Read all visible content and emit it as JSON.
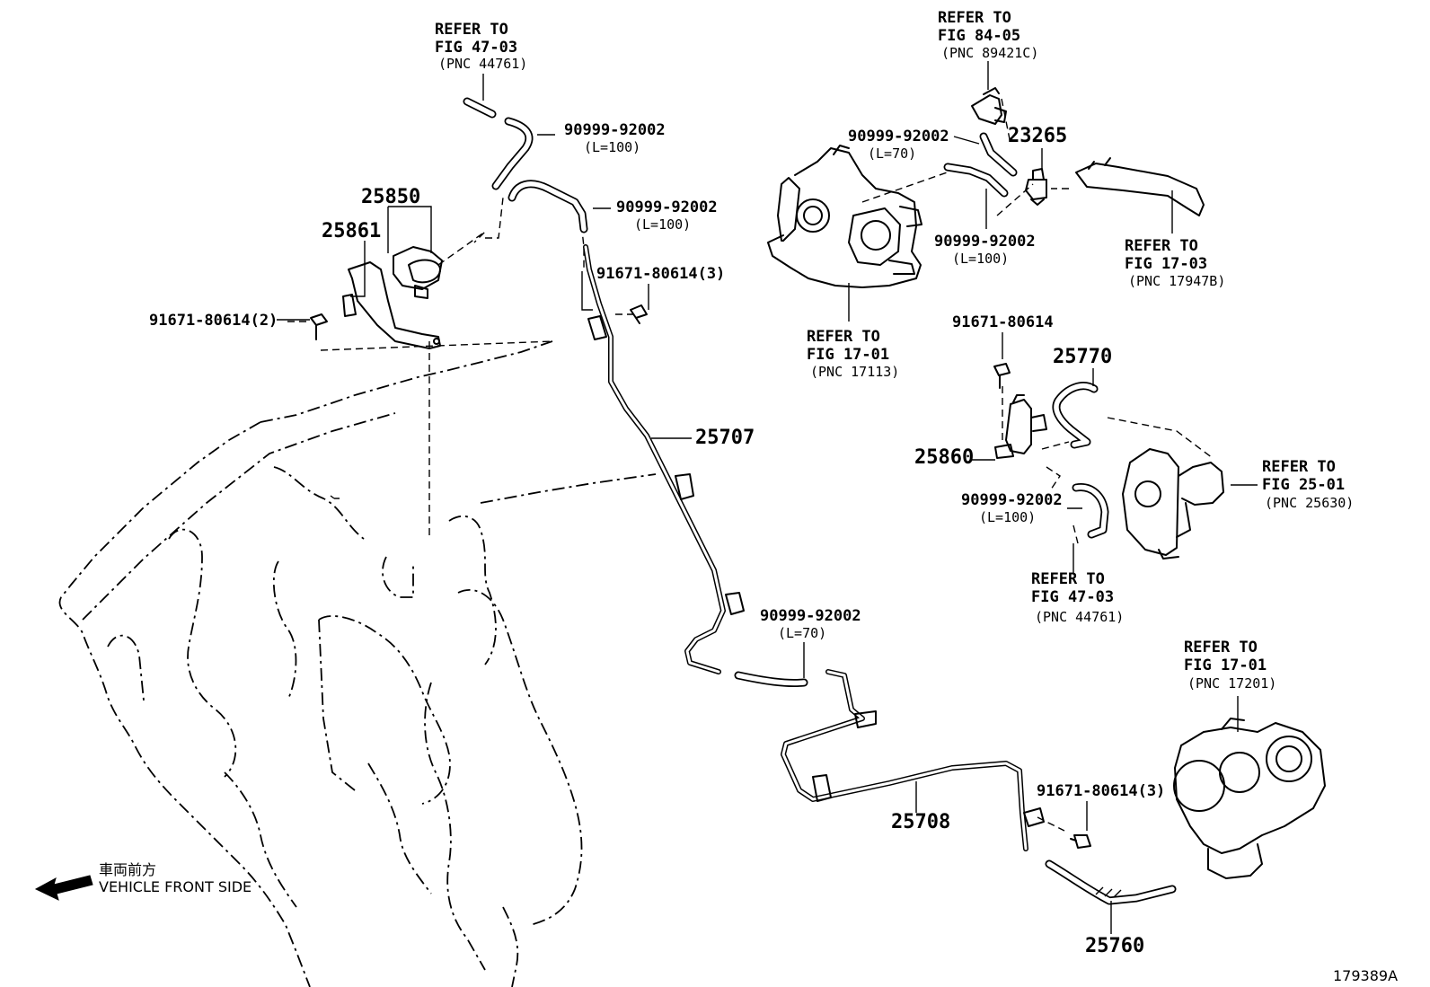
{
  "refs": {
    "fig4703_top": [
      "REFER TO",
      "FIG 47-03",
      "(PNC 44761)"
    ],
    "fig8405": [
      "REFER TO",
      "FIG 84-05",
      "(PNC 89421C)"
    ],
    "fig1703": [
      "REFER TO",
      "FIG 17-03",
      "(PNC 17947B)"
    ],
    "fig1701_top": [
      "REFER TO",
      "FIG 17-01",
      "(PNC 17113)"
    ],
    "fig2501": [
      "REFER TO",
      "FIG 25-01",
      "(PNC 25630)"
    ],
    "fig4703_mid": [
      "REFER TO",
      "FIG 47-03",
      "(PNC 44761)"
    ],
    "fig1701_right": [
      "REFER TO",
      "FIG 17-01",
      "(PNC 17201)"
    ]
  },
  "parts": {
    "p25850": "25850",
    "p25861": "25861",
    "p23265": "23265",
    "p25770": "25770",
    "p25860": "25860",
    "p25707": "25707",
    "p25708": "25708",
    "p25760": "25760"
  },
  "hoses": {
    "h1": [
      "90999-92002",
      "(L=100)"
    ],
    "h2": [
      "90999-92002",
      "(L=100)"
    ],
    "h3": [
      "90999-92002",
      "(L=70)"
    ],
    "h4": [
      "90999-92002",
      "(L=100)"
    ],
    "h5": [
      "90999-92002",
      "(L=100)"
    ],
    "h6": [
      "90999-92002",
      "(L=70)"
    ]
  },
  "bolts": {
    "b1": "91671-80614(3)",
    "b2": "91671-80614(2)",
    "b3": "91671-80614",
    "b4": "91671-80614(3)"
  },
  "direction": {
    "jp": "車両前方",
    "en": "VEHICLE FRONT SIDE"
  },
  "figure_id": "179389A"
}
